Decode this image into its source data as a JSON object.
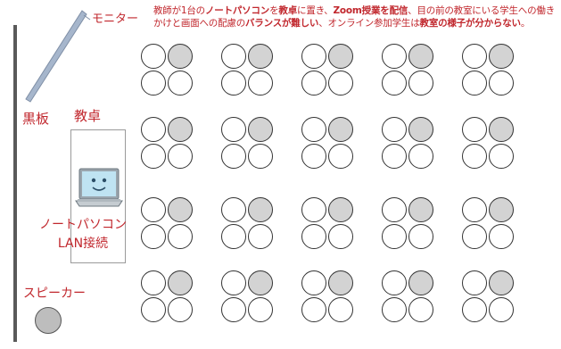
{
  "labels": {
    "monitor": "モニター",
    "blackboard": "黒板",
    "desk": "教卓",
    "laptop_line1": "ノートパソコン",
    "laptop_line2": "LAN接続",
    "speaker": "スピーカー"
  },
  "description": {
    "p1": "教師が1台の",
    "b1": "ノートパソコン",
    "p2": "を",
    "b2": "教卓",
    "p3": "に置き、",
    "b3": "Zoom授業を配信",
    "p4": "、目の前の教室にいる学生への働きかけと画面への配慮の",
    "b4": "バランスが難しい",
    "p5": "、オンライン参加学生は",
    "b5": "教室の様子が分からない",
    "p6": "。"
  },
  "seating": {
    "rows": 4,
    "columns": 5,
    "seats_per_group": 4,
    "occupied_seat_position": "top-right",
    "occupied_fill": "#d3d3d3",
    "empty_fill": "#ffffff"
  },
  "colors": {
    "text_red": "#c1272d",
    "blackboard": "#5a5a5a",
    "monitor": "#a6b6cc",
    "speaker": "#bdbdbd",
    "laptop_screen": "#bfe3f2"
  }
}
